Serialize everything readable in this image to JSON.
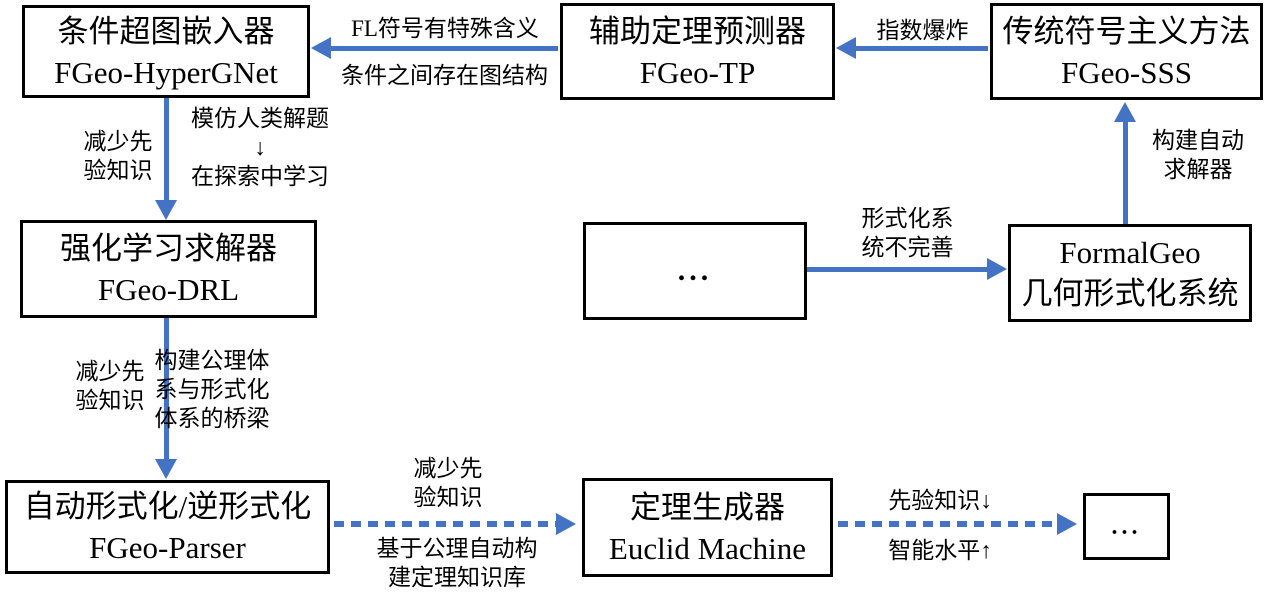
{
  "diagram": {
    "colors": {
      "arrow": "#4472C4",
      "border": "#000000",
      "background": "#ffffff",
      "text": "#000000"
    },
    "boxes": {
      "hypergnet": {
        "title": "条件超图嵌入器",
        "subtitle": "FGeo-HyperGNet"
      },
      "tp": {
        "title": "辅助定理预测器",
        "subtitle": "FGeo-TP"
      },
      "sss": {
        "title": "传统符号主义方法",
        "subtitle": "FGeo-SSS"
      },
      "drl": {
        "title": "强化学习求解器",
        "subtitle": "FGeo-DRL"
      },
      "mid_ellipsis": {
        "title": "..."
      },
      "formalgeo": {
        "title": "FormalGeo",
        "subtitle": "几何形式化系统"
      },
      "parser": {
        "title": "自动形式化/逆形式化",
        "subtitle": "FGeo-Parser"
      },
      "euclid": {
        "title": "定理生成器",
        "subtitle": "Euclid Machine"
      },
      "end_ellipsis": {
        "title": "..."
      }
    },
    "edge_labels": {
      "fl_symbols": "FL符号有特殊含义",
      "graph_structure": "条件之间存在图结构",
      "exponential_explosion": "指数爆炸",
      "reduce_prior_1": "减少先\n验知识",
      "imitate_human": "模仿人类解题\n↓\n在探索中学习",
      "build_auto_solver": "构建自动\n求解器",
      "formal_system_incomplete": "形式化系\n统不完善",
      "reduce_prior_2": "减少先\n验知识",
      "axiom_bridge": "构建公理体\n系与形式化\n体系的桥梁",
      "reduce_prior_3": "减少先\n验知识",
      "axiom_theorem_kb": "基于公理自动构\n建定理知识库",
      "prior_knowledge_down": "先验知识↓",
      "intelligence_up": "智能水平↑"
    }
  }
}
